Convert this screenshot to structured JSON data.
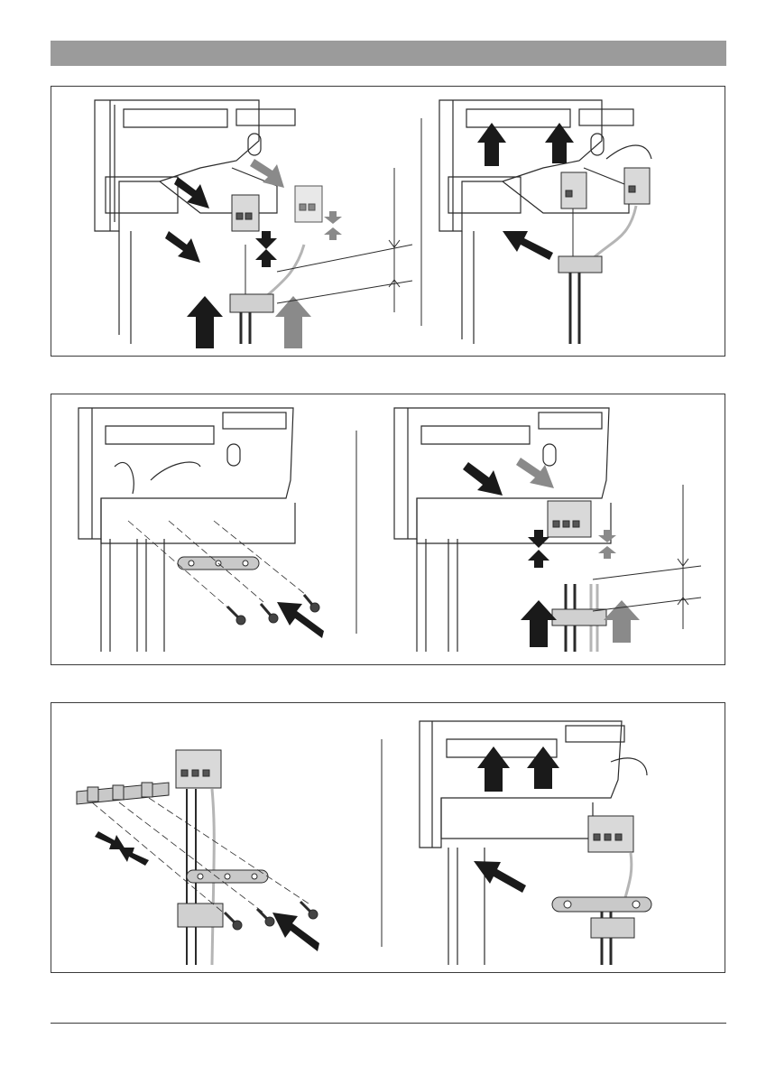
{
  "colors": {
    "header_bar": "#9b9b9b",
    "line": "#2b2b2b",
    "arrow_dark": "#1a1a1a",
    "arrow_gray": "#8a8a8a",
    "cable_gray": "#b5b5b5"
  },
  "figures": [
    {
      "id": "panel-1",
      "steps": [
        "remove-cover",
        "connect-cables-into-clamp"
      ]
    },
    {
      "id": "panel-2",
      "steps": [
        "remove-strain-relief-screws",
        "insert-plugs-and-clamp"
      ]
    },
    {
      "id": "panel-3",
      "steps": [
        "assemble-strain-relief",
        "mount-and-fix-cables"
      ]
    }
  ]
}
